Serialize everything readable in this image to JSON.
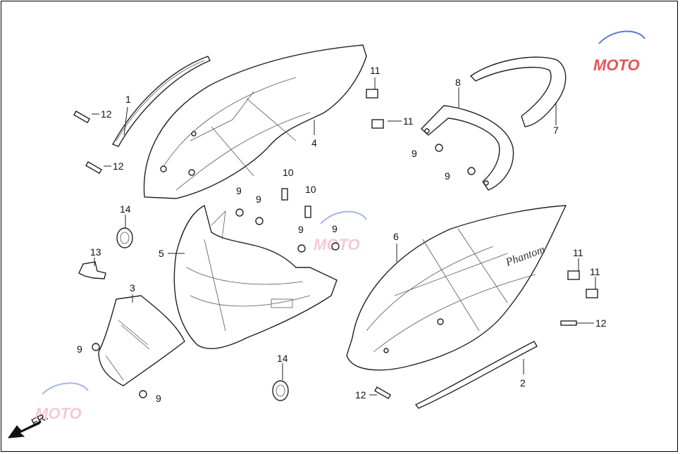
{
  "diagram": {
    "direction_label": "FR.",
    "watermark_text": "MOTO",
    "watermark_colors": {
      "blue": "#3a5fcd",
      "red": "#e0383a",
      "pink": "#e88aa8"
    },
    "callouts": [
      {
        "id": "c1",
        "text": "1"
      },
      {
        "id": "c2",
        "text": "2"
      },
      {
        "id": "c3",
        "text": "3"
      },
      {
        "id": "c4",
        "text": "4"
      },
      {
        "id": "c5",
        "text": "5"
      },
      {
        "id": "c6",
        "text": "6"
      },
      {
        "id": "c7",
        "text": "7"
      },
      {
        "id": "c8",
        "text": "8"
      },
      {
        "id": "c9a",
        "text": "9"
      },
      {
        "id": "c9b",
        "text": "9"
      },
      {
        "id": "c9c",
        "text": "9"
      },
      {
        "id": "c9d",
        "text": "9"
      },
      {
        "id": "c9e",
        "text": "9"
      },
      {
        "id": "c9f",
        "text": "9"
      },
      {
        "id": "c9g",
        "text": "9"
      },
      {
        "id": "c9h",
        "text": "9"
      },
      {
        "id": "c10a",
        "text": "10"
      },
      {
        "id": "c10b",
        "text": "10"
      },
      {
        "id": "c11a",
        "text": "11"
      },
      {
        "id": "c11b",
        "text": "11"
      },
      {
        "id": "c11c",
        "text": "11"
      },
      {
        "id": "c11d",
        "text": "11"
      },
      {
        "id": "c12a",
        "text": "12"
      },
      {
        "id": "c12b",
        "text": "12"
      },
      {
        "id": "c12c",
        "text": "12"
      },
      {
        "id": "c12d",
        "text": "12"
      },
      {
        "id": "c13",
        "text": "13"
      },
      {
        "id": "c14a",
        "text": "14"
      },
      {
        "id": "c14b",
        "text": "14"
      }
    ]
  }
}
